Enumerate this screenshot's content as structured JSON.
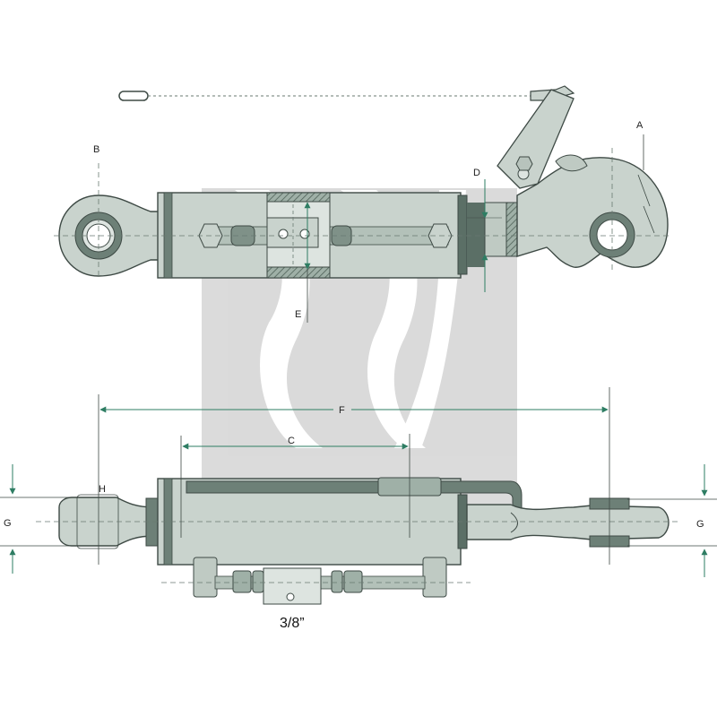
{
  "labels": {
    "a": "A",
    "b": "B",
    "c": "C",
    "d": "D",
    "e": "E",
    "f": "F",
    "g_left": "G",
    "g_right": "G",
    "h": "H"
  },
  "caption": "3/8”",
  "colors": {
    "body": "#c9d3cd",
    "body_light": "#dde4e0",
    "dark": "#5b6f66",
    "hatch": "#6d8077",
    "line": "#3e4a45",
    "accent": "#2e7d63",
    "watermark": "#c8c8c8"
  }
}
